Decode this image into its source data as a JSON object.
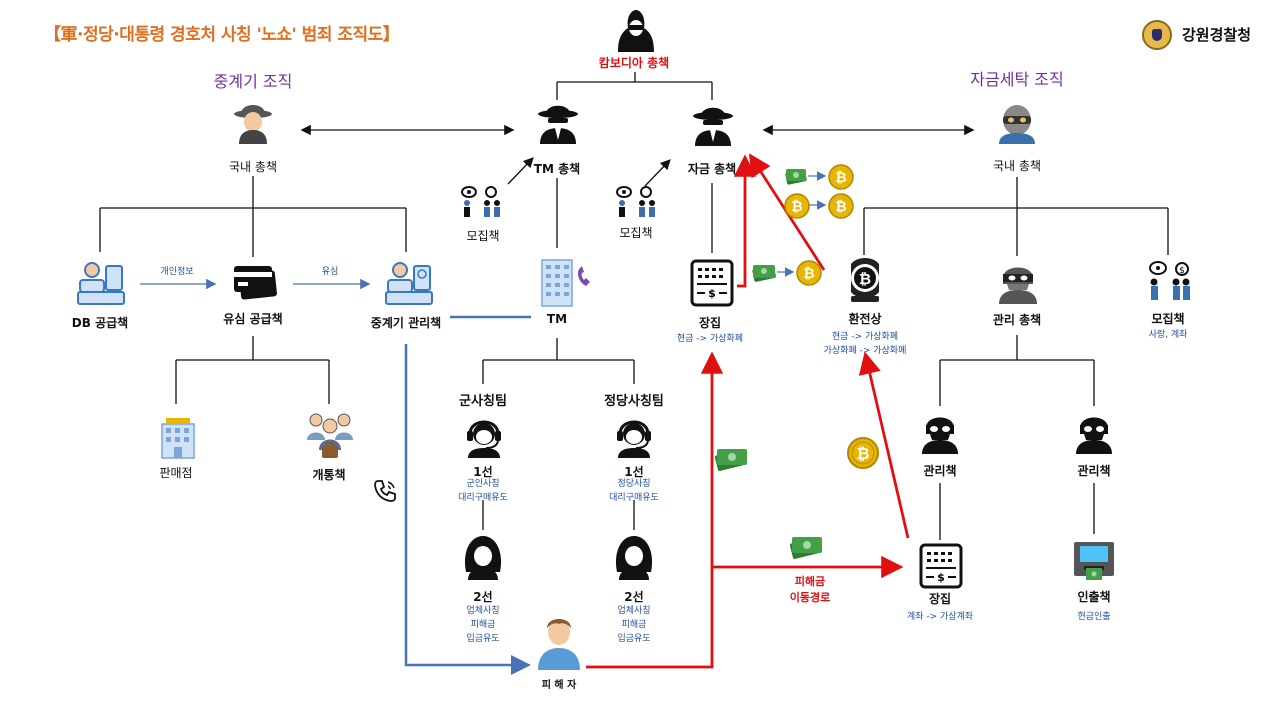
{
  "header": {
    "title": "【軍·정당·대통령 경호처 사칭 '노쇼' 범죄 조직도】",
    "agency": "강원경찰청"
  },
  "sections": {
    "relay_org": "중계기 조직",
    "laundering_org": "자금세탁 조직"
  },
  "nodes": {
    "cambodia_boss": "캄보디아 총책",
    "relay_boss": "국내 총책",
    "tm_boss": "TM 총책",
    "fund_boss": "자금 총책",
    "laundering_boss": "국내 총책",
    "recruiter_tm": "모집책",
    "recruiter_fund": "모집책",
    "db_supplier": "DB 공급책",
    "sim_supplier": "유심 공급책",
    "relay_manager": "중계기 관리책",
    "tm": "TM",
    "ledger_top": "장집",
    "exchanger": "환전상",
    "manager_boss": "관리 총책",
    "recruiter_right": "모집책",
    "shop": "판매점",
    "activator": "개통책",
    "military_team": "군사칭팀",
    "party_team": "정당사칭팀",
    "military_1": "1선",
    "party_1": "1선",
    "military_2": "2선",
    "party_2": "2선",
    "victim": "피 해 자",
    "manager_left": "관리책",
    "manager_right": "관리책",
    "ledger_bottom": "장집",
    "withdrawer": "인출책"
  },
  "sublabels": {
    "ledger_top": "현금 -> 가상화폐",
    "exchanger": [
      "현금 -> 가상화폐",
      "가상화폐 -> 가상화폐"
    ],
    "recruiter_right": "사랑, 계좌",
    "military_1": [
      "군인사칭",
      "대리구매유도"
    ],
    "party_1": [
      "정당사칭",
      "대리구매유도"
    ],
    "military_2": [
      "업체사칭",
      "피해금",
      "입금유도"
    ],
    "party_2": [
      "업체사칭",
      "피해금",
      "입금유도"
    ],
    "ledger_bottom": "계좌 -> 가상계좌",
    "withdrawer": "현금인출"
  },
  "edges": {
    "personal_info": "개인정보",
    "sim": "유심"
  },
  "money_route": [
    "피해금",
    "이동경로"
  ],
  "colors": {
    "title": "#e0701f",
    "section": "#7030a0",
    "sub_text": "#1f4fa0",
    "blue_line": "#4a72b8",
    "red_line": "#e01010",
    "money": "#2e7d32",
    "coin": "#e8b600"
  },
  "icons": [
    "hacker-hooded-icon",
    "spy-hat-icon",
    "masked-thief-icon",
    "recruiter-people-icon",
    "operator-computer-icon",
    "sim-card-icon",
    "building-phone-icon",
    "cash-register-icon",
    "bitcoin-icon",
    "cash-icon",
    "shop-building-icon",
    "group-icon",
    "headset-agent-icon",
    "phone-icon",
    "victim-icon",
    "atm-icon"
  ]
}
